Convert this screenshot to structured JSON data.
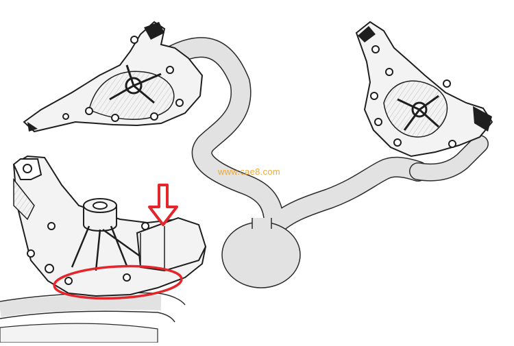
{
  "watermark": {
    "text": "www.cae8.com"
  },
  "colors": {
    "background": "#ffffff",
    "runner_fill": "#e2e2e2",
    "runner_stroke": "#2b2b2b",
    "part_fill": "#f3f3f3",
    "part_shadow": "#1e1e1e",
    "highlight_red": "#e3262b",
    "watermark": "#f0a020"
  },
  "annotations": {
    "arrow": "down-arrow-indicator",
    "ellipse": "circled-defect-region"
  }
}
